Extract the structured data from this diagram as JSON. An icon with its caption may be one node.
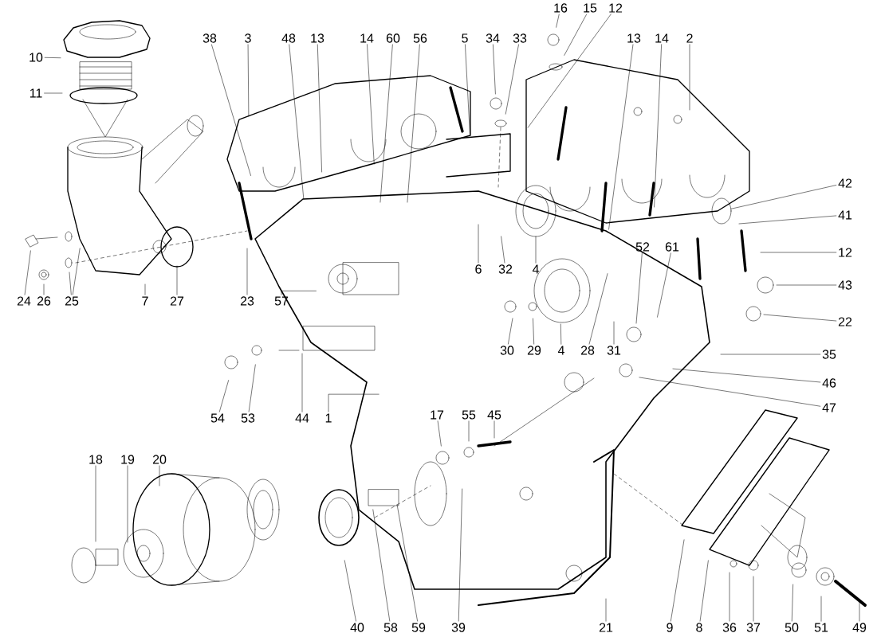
{
  "diagram": {
    "nodes": [
      {
        "text": [
          "10"
        ]
      },
      {
        "text": [
          "11"
        ]
      },
      {
        "text": [
          "38"
        ]
      },
      {
        "text": [
          "3"
        ]
      },
      {
        "text": [
          "48"
        ]
      },
      {
        "text": [
          "13"
        ]
      },
      {
        "text": [
          "14"
        ]
      },
      {
        "text": [
          "60"
        ]
      },
      {
        "text": [
          "56"
        ]
      },
      {
        "text": [
          "16"
        ]
      },
      {
        "text": [
          "15"
        ]
      },
      {
        "text": [
          "12"
        ]
      },
      {
        "text": [
          "5"
        ]
      },
      {
        "text": [
          "34"
        ]
      },
      {
        "text": [
          "33"
        ]
      },
      {
        "text": [
          "13"
        ]
      },
      {
        "text": [
          "14"
        ]
      },
      {
        "text": [
          "2"
        ]
      },
      {
        "text": [
          "42"
        ]
      },
      {
        "text": [
          "41"
        ]
      },
      {
        "text": [
          "12"
        ]
      },
      {
        "text": [
          "43"
        ]
      },
      {
        "text": [
          "22"
        ]
      },
      {
        "text": [
          "35"
        ]
      },
      {
        "text": [
          "46"
        ]
      },
      {
        "text": [
          "47"
        ]
      },
      {
        "text": [
          "52"
        ]
      },
      {
        "text": [
          "61"
        ]
      },
      {
        "text": [
          "24"
        ]
      },
      {
        "text": [
          "26"
        ]
      },
      {
        "text": [
          "25"
        ]
      },
      {
        "text": [
          "7"
        ]
      },
      {
        "text": [
          "27"
        ]
      },
      {
        "text": [
          "23"
        ]
      },
      {
        "text": [
          "57"
        ]
      },
      {
        "text": [
          "6"
        ]
      },
      {
        "text": [
          "32"
        ]
      },
      {
        "text": [
          "4"
        ]
      },
      {
        "text": [
          "30"
        ]
      },
      {
        "text": [
          "29"
        ]
      },
      {
        "text": [
          "4"
        ]
      },
      {
        "text": [
          "28"
        ]
      },
      {
        "text": [
          "31"
        ]
      },
      {
        "text": [
          "44"
        ]
      },
      {
        "text": [
          "1"
        ]
      },
      {
        "text": [
          "54"
        ]
      },
      {
        "text": [
          "53"
        ]
      },
      {
        "text": [
          "17"
        ]
      },
      {
        "text": [
          "55"
        ]
      },
      {
        "text": [
          "45"
        ]
      },
      {
        "text": [
          "18"
        ]
      },
      {
        "text": [
          "19"
        ]
      },
      {
        "text": [
          "20"
        ]
      },
      {
        "text": [
          "40"
        ]
      },
      {
        "text": [
          "58"
        ]
      },
      {
        "text": [
          "59"
        ]
      },
      {
        "text": [
          "39"
        ]
      },
      {
        "text": [
          "21"
        ]
      },
      {
        "text": [
          "9"
        ]
      },
      {
        "text": [
          "8"
        ]
      },
      {
        "text": [
          "36"
        ]
      },
      {
        "text": [
          "37"
        ]
      },
      {
        "text": [
          "50"
        ]
      },
      {
        "text": [
          "51"
        ]
      },
      {
        "text": [
          "49"
        ]
      }
    ],
    "edges": [
      {
        "from": 0,
        "to": null,
        "arrow": "none"
      },
      {
        "from": 1,
        "to": null,
        "arrow": "none"
      },
      {
        "from": 2,
        "to": null,
        "arrow": "none"
      },
      {
        "from": 3,
        "to": null,
        "arrow": "none"
      },
      {
        "from": 4,
        "to": null,
        "arrow": "none"
      },
      {
        "from": 5,
        "to": null,
        "arrow": "none"
      },
      {
        "from": 6,
        "to": null,
        "arrow": "none"
      },
      {
        "from": 7,
        "to": null,
        "arrow": "none"
      },
      {
        "from": 8,
        "to": null,
        "arrow": "none"
      },
      {
        "from": 9,
        "to": null,
        "arrow": "none"
      },
      {
        "from": 10,
        "to": null,
        "arrow": "none"
      },
      {
        "from": 11,
        "to": null,
        "arrow": "none"
      },
      {
        "from": 12,
        "to": null,
        "arrow": "none"
      },
      {
        "from": 13,
        "to": null,
        "arrow": "none"
      },
      {
        "from": 14,
        "to": null,
        "arrow": "none"
      },
      {
        "from": 15,
        "to": null,
        "arrow": "none"
      },
      {
        "from": 16,
        "to": null,
        "arrow": "none"
      },
      {
        "from": 17,
        "to": null,
        "arrow": "none"
      },
      {
        "from": 18,
        "to": null,
        "arrow": "none"
      },
      {
        "from": 19,
        "to": null,
        "arrow": "none"
      },
      {
        "from": 20,
        "to": null,
        "arrow": "none"
      },
      {
        "from": 21,
        "to": null,
        "arrow": "none"
      },
      {
        "from": 22,
        "to": null,
        "arrow": "none"
      },
      {
        "from": 23,
        "to": null,
        "arrow": "none"
      },
      {
        "from": 24,
        "to": null,
        "arrow": "none"
      },
      {
        "from": 25,
        "to": null,
        "arrow": "none"
      },
      {
        "from": 26,
        "to": null,
        "arrow": "none"
      },
      {
        "from": 27,
        "to": null,
        "arrow": "none"
      },
      {
        "from": 28,
        "to": null,
        "arrow": "none"
      },
      {
        "from": 29,
        "to": null,
        "arrow": "none"
      },
      {
        "from": 30,
        "to": null,
        "arrow": "none"
      },
      {
        "from": 30,
        "to": null,
        "arrow": "none"
      },
      {
        "from": 31,
        "to": null,
        "arrow": "none"
      },
      {
        "from": 32,
        "to": null,
        "arrow": "none"
      },
      {
        "from": 33,
        "to": null,
        "arrow": "none"
      },
      {
        "from": 34,
        "to": null,
        "arrow": "none"
      },
      {
        "from": 35,
        "to": null,
        "arrow": "none"
      },
      {
        "from": 36,
        "to": null,
        "arrow": "none"
      },
      {
        "from": 37,
        "to": null,
        "arrow": "none"
      },
      {
        "from": 38,
        "to": null,
        "arrow": "none"
      },
      {
        "from": 39,
        "to": null,
        "arrow": "none"
      },
      {
        "from": 40,
        "to": null,
        "arrow": "none"
      },
      {
        "from": 41,
        "to": null,
        "arrow": "none"
      },
      {
        "from": 42,
        "to": null,
        "arrow": "none"
      },
      {
        "from": 43,
        "to": null,
        "arrow": "none"
      },
      {
        "from": 44,
        "to": null,
        "arrow": "none"
      },
      {
        "from": 45,
        "to": null,
        "arrow": "none"
      },
      {
        "from": 46,
        "to": null,
        "arrow": "none"
      },
      {
        "from": 47,
        "to": null,
        "arrow": "none"
      },
      {
        "from": 48,
        "to": null,
        "arrow": "none"
      },
      {
        "from": 49,
        "to": null,
        "arrow": "none"
      },
      {
        "from": 50,
        "to": null,
        "arrow": "none"
      },
      {
        "from": 51,
        "to": null,
        "arrow": "none"
      },
      {
        "from": 52,
        "to": null,
        "arrow": "none"
      },
      {
        "from": 53,
        "to": null,
        "arrow": "none"
      },
      {
        "from": 54,
        "to": null,
        "arrow": "none"
      },
      {
        "from": 55,
        "to": null,
        "arrow": "none"
      },
      {
        "from": 56,
        "to": null,
        "arrow": "none"
      },
      {
        "from": 57,
        "to": null,
        "arrow": "none"
      },
      {
        "from": 58,
        "to": null,
        "arrow": "none"
      },
      {
        "from": 59,
        "to": null,
        "arrow": "none"
      },
      {
        "from": 60,
        "to": null,
        "arrow": "none"
      },
      {
        "from": 61,
        "to": null,
        "arrow": "none"
      },
      {
        "from": 62,
        "to": null,
        "arrow": "none"
      },
      {
        "from": 63,
        "to": null,
        "arrow": "none"
      },
      {
        "from": 64,
        "to": null,
        "arrow": "none"
      }
    ]
  }
}
